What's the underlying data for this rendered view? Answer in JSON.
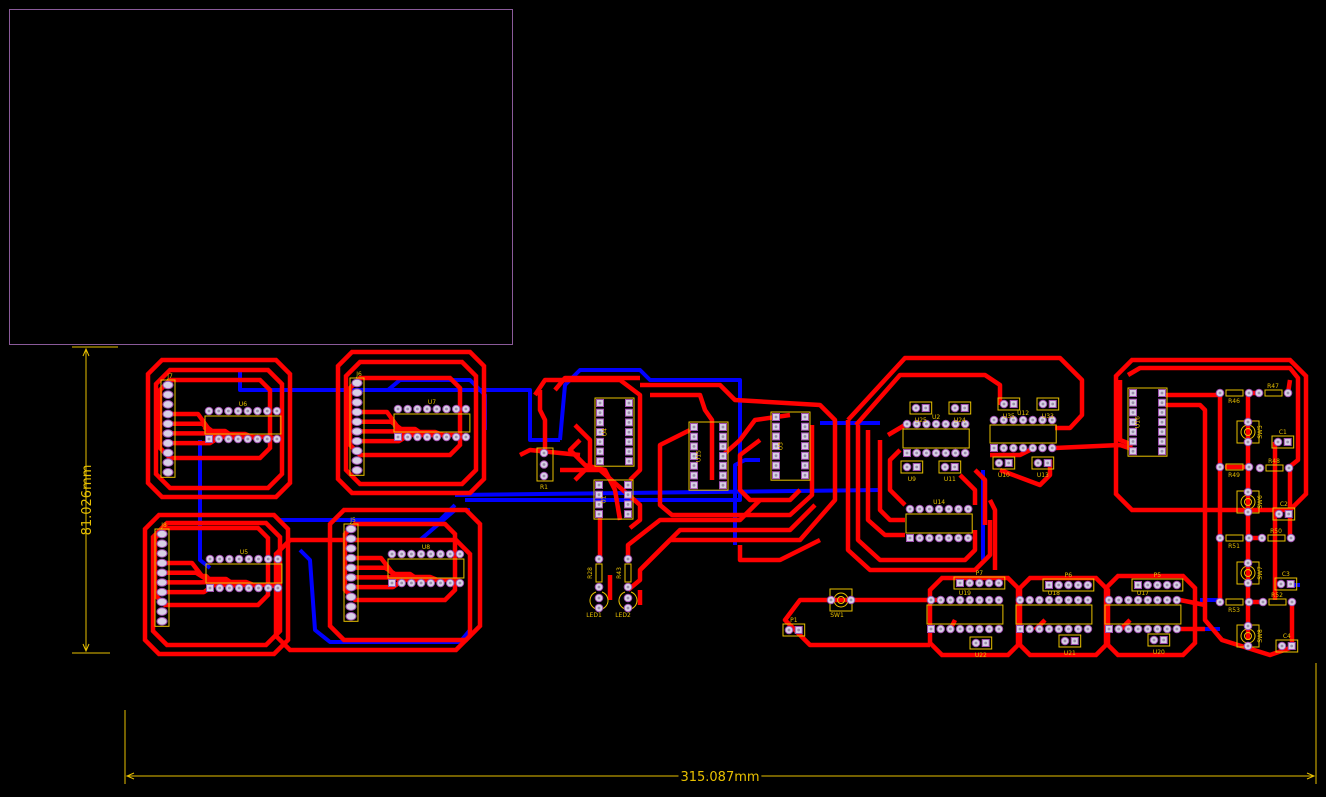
{
  "colors": {
    "background": "#000000",
    "top_copper": "#ff0000",
    "bottom_copper": "#0000ff",
    "silkscreen": "#e8c000",
    "board_outline": "#8a5a9a",
    "pad": "#d8d0e6",
    "pad_ring": "#a050b0"
  },
  "dimensions": {
    "height": "81.026mm",
    "width": "315.087mm"
  },
  "components": [
    {
      "ref": "J7",
      "type": "header-10"
    },
    {
      "ref": "J6",
      "type": "header-10"
    },
    {
      "ref": "J8",
      "type": "header-10"
    },
    {
      "ref": "J5",
      "type": "header-10"
    },
    {
      "ref": "U6",
      "type": "dip-16"
    },
    {
      "ref": "U7",
      "type": "dip-16"
    },
    {
      "ref": "U5",
      "type": "dip-16"
    },
    {
      "ref": "U8",
      "type": "dip-16"
    },
    {
      "ref": "R1",
      "type": "trimmer-3"
    },
    {
      "ref": "U4",
      "type": "dip-14-vertical"
    },
    {
      "ref": "U1",
      "type": "dip-8-vertical"
    },
    {
      "ref": "U15",
      "type": "dip-14-vertical"
    },
    {
      "ref": "U3",
      "type": "dip-14-vertical"
    },
    {
      "ref": "R28",
      "type": "resistor-vertical"
    },
    {
      "ref": "R43",
      "type": "resistor-vertical"
    },
    {
      "ref": "LED1",
      "type": "led"
    },
    {
      "ref": "LED2",
      "type": "led"
    },
    {
      "ref": "SW1",
      "type": "switch"
    },
    {
      "ref": "P1",
      "type": "header-2"
    },
    {
      "ref": "U2",
      "type": "dip-14"
    },
    {
      "ref": "U25",
      "type": "header-2"
    },
    {
      "ref": "U24",
      "type": "header-2"
    },
    {
      "ref": "U9",
      "type": "header-2"
    },
    {
      "ref": "U11",
      "type": "header-2"
    },
    {
      "ref": "U12",
      "type": "dip-14"
    },
    {
      "ref": "U35",
      "type": "header-2"
    },
    {
      "ref": "U33",
      "type": "header-2"
    },
    {
      "ref": "U10",
      "type": "header-2"
    },
    {
      "ref": "U13",
      "type": "header-2"
    },
    {
      "ref": "U14",
      "type": "dip-14"
    },
    {
      "ref": "U16",
      "type": "dip-14-vertical"
    },
    {
      "ref": "R46",
      "type": "resistor"
    },
    {
      "ref": "R47",
      "type": "resistor"
    },
    {
      "ref": "R48",
      "type": "resistor"
    },
    {
      "ref": "R49",
      "type": "resistor"
    },
    {
      "ref": "R50",
      "type": "resistor"
    },
    {
      "ref": "R51",
      "type": "resistor"
    },
    {
      "ref": "R52",
      "type": "resistor"
    },
    {
      "ref": "R53",
      "type": "resistor"
    },
    {
      "ref": "SW5",
      "type": "switch"
    },
    {
      "ref": "SW6",
      "type": "switch"
    },
    {
      "ref": "SW7",
      "type": "switch"
    },
    {
      "ref": "SW8",
      "type": "switch"
    },
    {
      "ref": "C1",
      "type": "header-2"
    },
    {
      "ref": "C2",
      "type": "header-2"
    },
    {
      "ref": "C3",
      "type": "header-2"
    },
    {
      "ref": "C4",
      "type": "header-2"
    },
    {
      "ref": "P7",
      "type": "header-5"
    },
    {
      "ref": "P6",
      "type": "header-5"
    },
    {
      "ref": "P5",
      "type": "header-5"
    },
    {
      "ref": "U19",
      "type": "dip-16"
    },
    {
      "ref": "U18",
      "type": "dip-16"
    },
    {
      "ref": "U17",
      "type": "dip-16"
    },
    {
      "ref": "U22",
      "type": "header-2"
    },
    {
      "ref": "U21",
      "type": "header-2"
    },
    {
      "ref": "U20",
      "type": "header-2"
    }
  ]
}
